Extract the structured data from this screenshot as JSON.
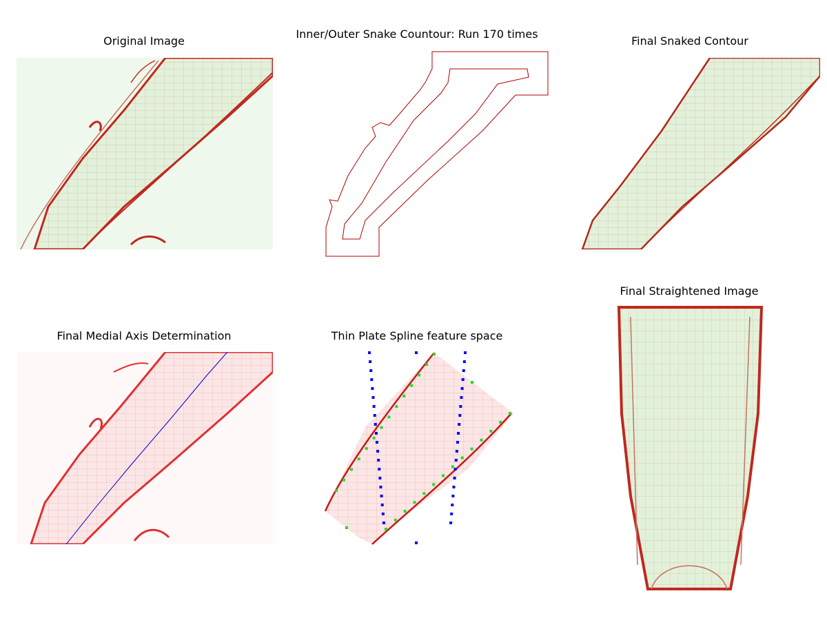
{
  "panels": [
    {
      "title": "Original Image"
    },
    {
      "title": "Inner/Outer Snake Countour: Run 170 times"
    },
    {
      "title": "Final Snaked Contour"
    },
    {
      "title": "Final Medial Axis Determination"
    },
    {
      "title": "Thin Plate Spline feature space"
    },
    {
      "title": "Final Straightened Image"
    }
  ],
  "colors": {
    "cell_wall": "#c0281e",
    "tissue_green": "#e4f2dc",
    "background_green": "#eef8ec",
    "tissue_pink": "#fbe4e4",
    "medial_axis": "#0000cc",
    "control_points_blue": "#0000ff",
    "control_points_green": "#22dd22",
    "contour": "#b00000"
  }
}
